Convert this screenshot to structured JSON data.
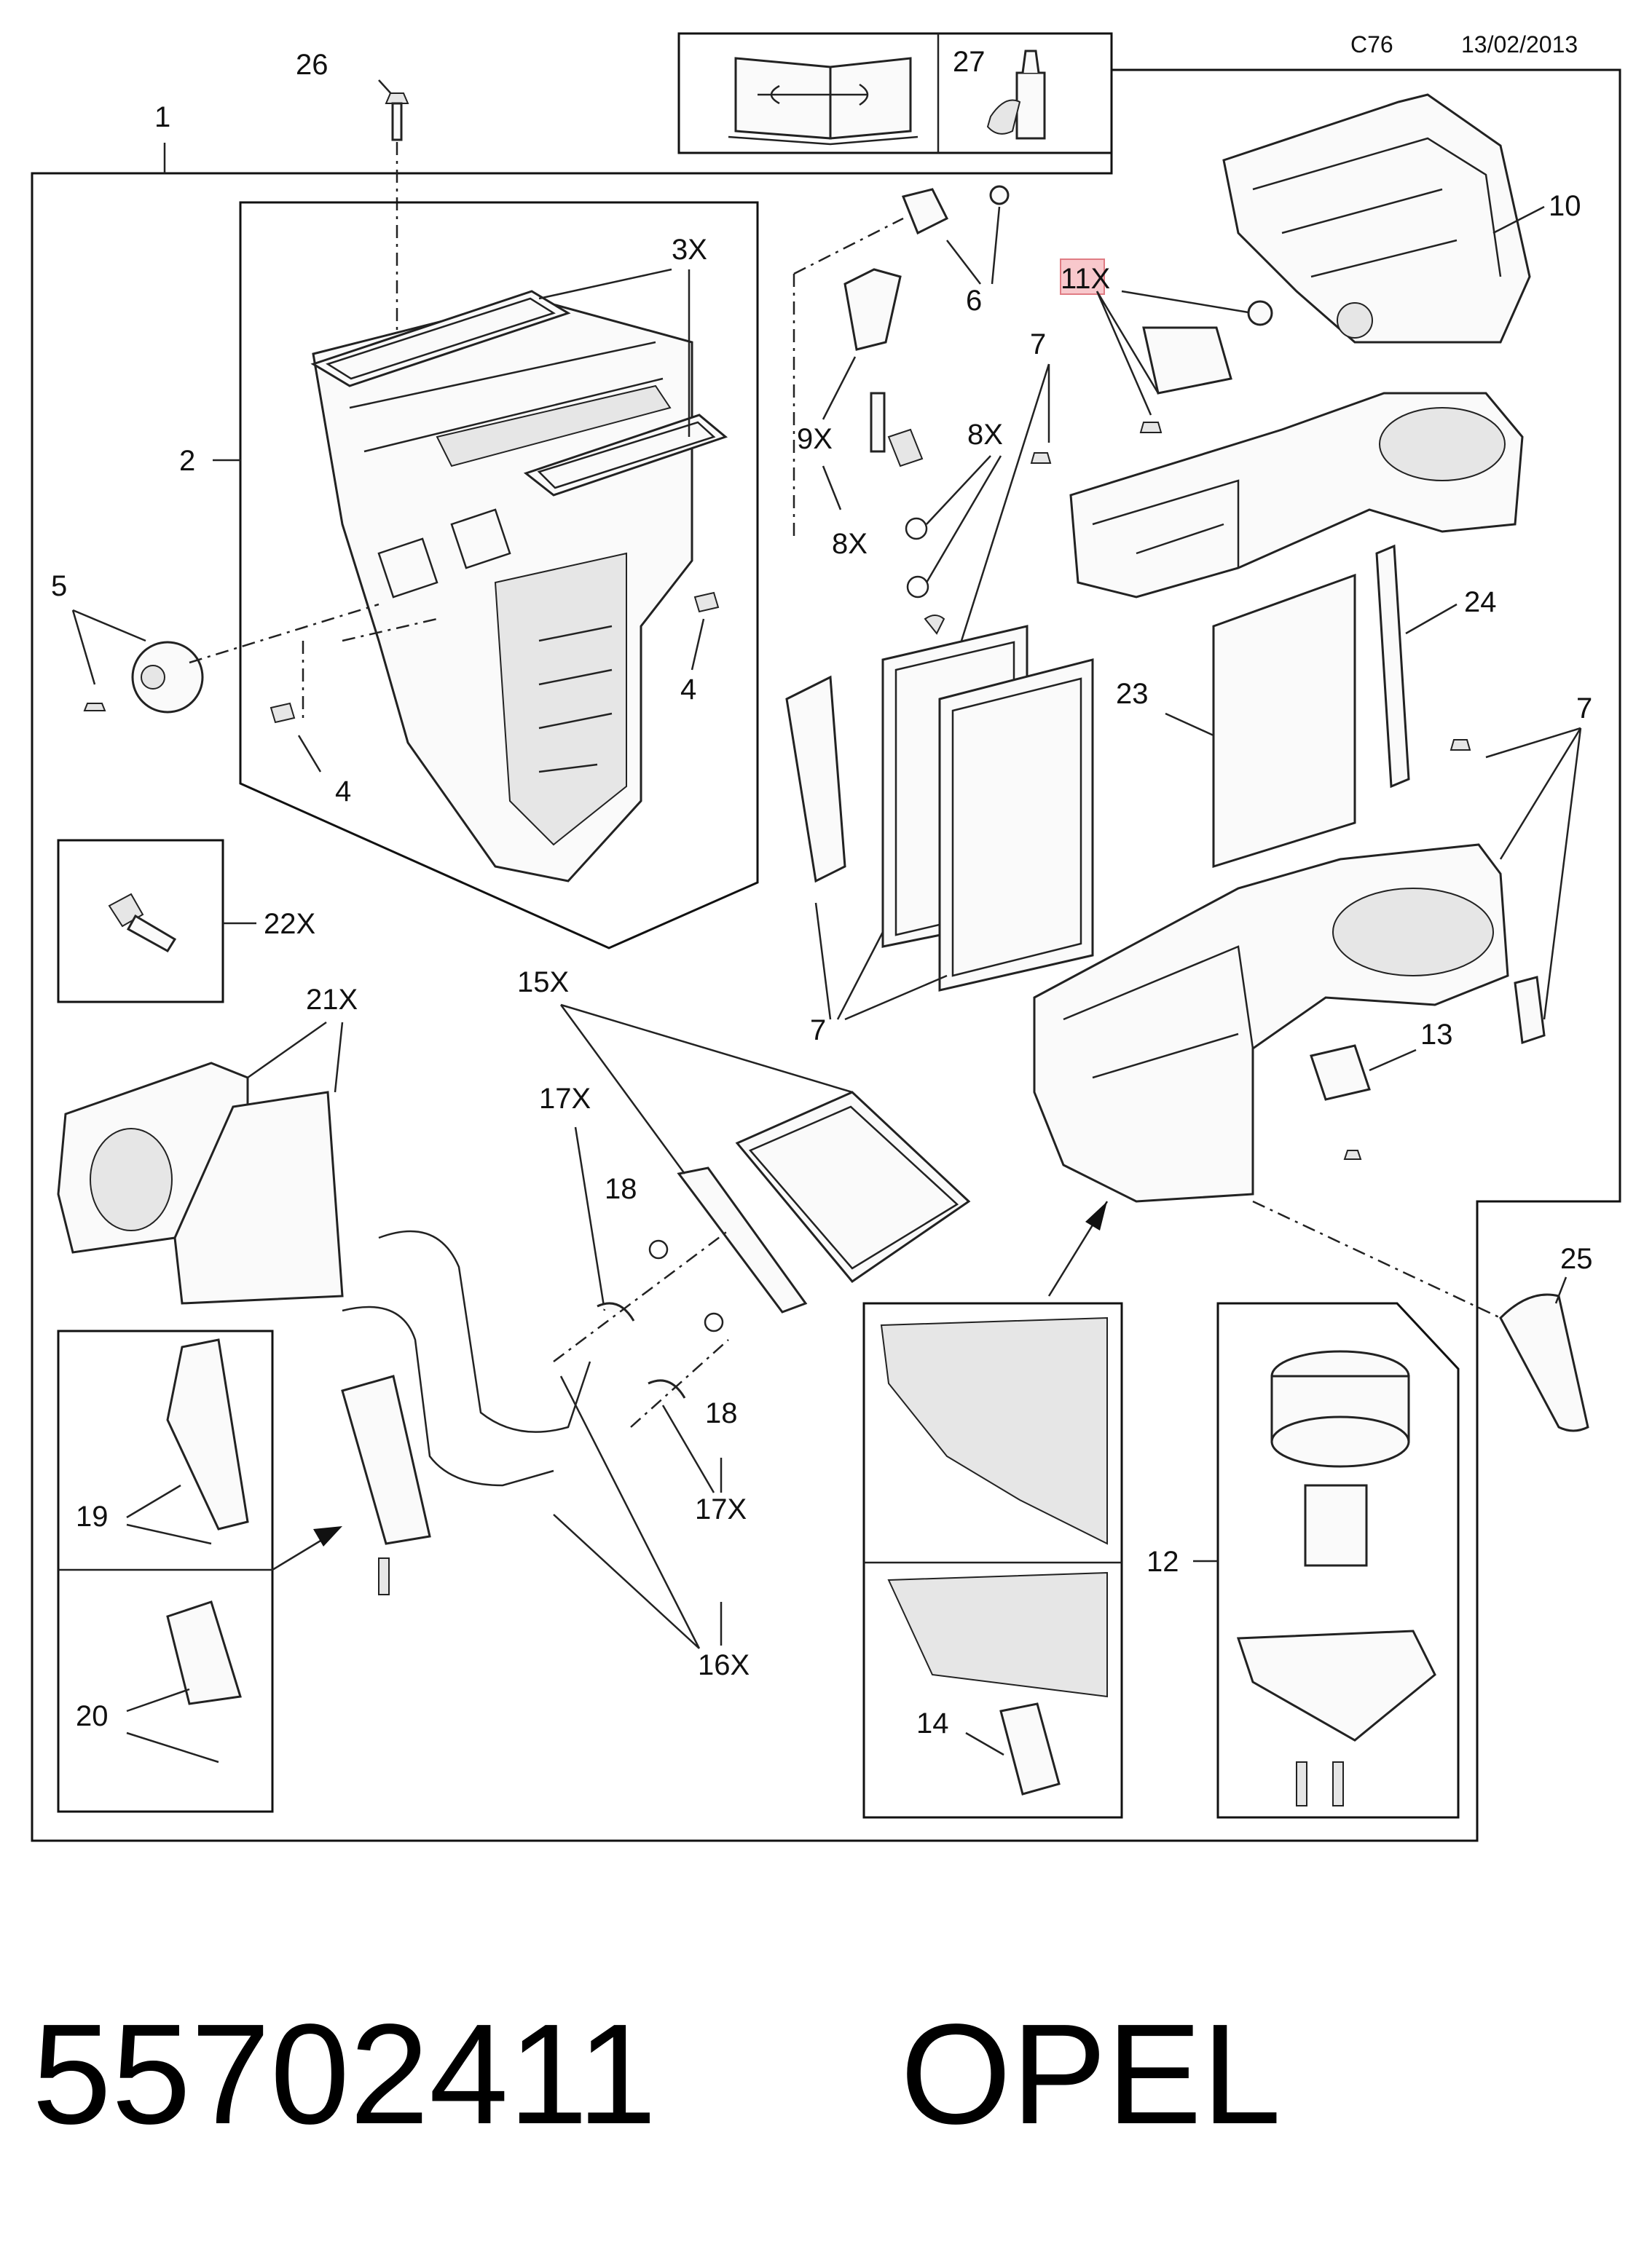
{
  "header": {
    "page_code": "C76",
    "date": "13/02/2013"
  },
  "footer": {
    "part_number": "55702411",
    "brand": "OPEL"
  },
  "callouts": {
    "c1": "1",
    "c2": "2",
    "c3x": "3X",
    "c4a": "4",
    "c4b": "4",
    "c5": "5",
    "c6": "6",
    "c7a": "7",
    "c7b": "7",
    "c7c": "7",
    "c8xa": "8X",
    "c8xb": "8X",
    "c9x": "9X",
    "c10": "10",
    "c11x": "11X",
    "c12": "12",
    "c13": "13",
    "c14": "14",
    "c15x": "15X",
    "c16x": "16X",
    "c17xa": "17X",
    "c17xb": "17X",
    "c18a": "18",
    "c18b": "18",
    "c19": "19",
    "c20": "20",
    "c21x": "21X",
    "c22x": "22X",
    "c23": "23",
    "c24": "24",
    "c25": "25",
    "c26": "26",
    "c27": "27"
  },
  "highlight_color": "#f8c8cc",
  "icons": {
    "manual": "repair-manual-icon",
    "sealant": "sealant-bottle-icon"
  }
}
